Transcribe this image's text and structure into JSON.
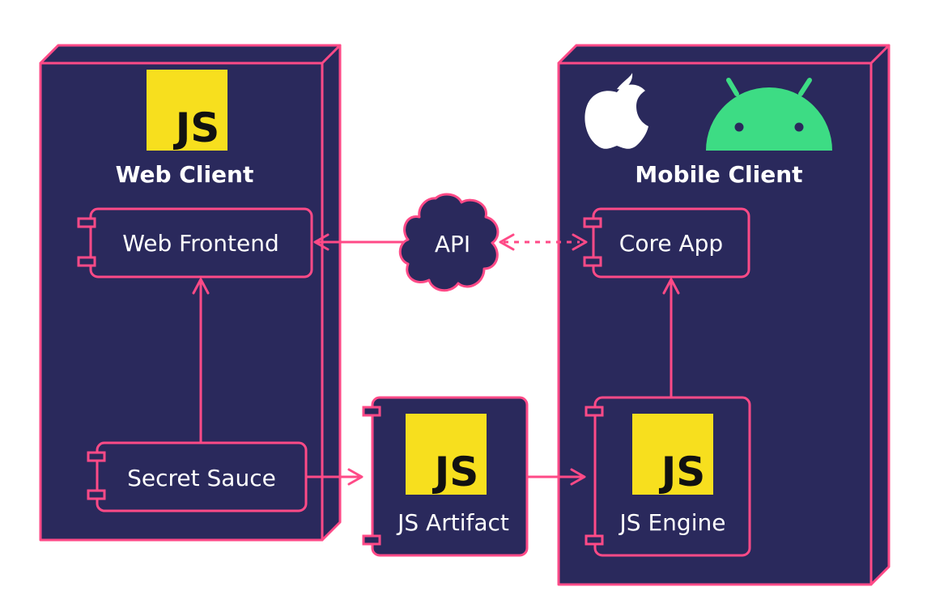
{
  "nodes": {
    "web_client": {
      "title": "Web Client",
      "logo_text": "JS"
    },
    "mobile_client": {
      "title": "Mobile Client"
    }
  },
  "components": {
    "web_frontend": "Web Frontend",
    "secret_sauce": "Secret Sauce",
    "core_app": "Core App",
    "js_artifact": "JS Artifact",
    "js_engine": "JS Engine"
  },
  "interface": {
    "api": "API"
  },
  "logos": {
    "js_artifact_logo": "JS",
    "js_engine_logo": "JS"
  },
  "colors": {
    "node_fill": "#2a295c",
    "stroke": "#ff4a87",
    "js_yellow": "#f7df1e",
    "android_green": "#3ddc84"
  },
  "icons": [
    "javascript-logo-icon",
    "apple-logo-icon",
    "android-logo-icon",
    "cloud-icon"
  ]
}
